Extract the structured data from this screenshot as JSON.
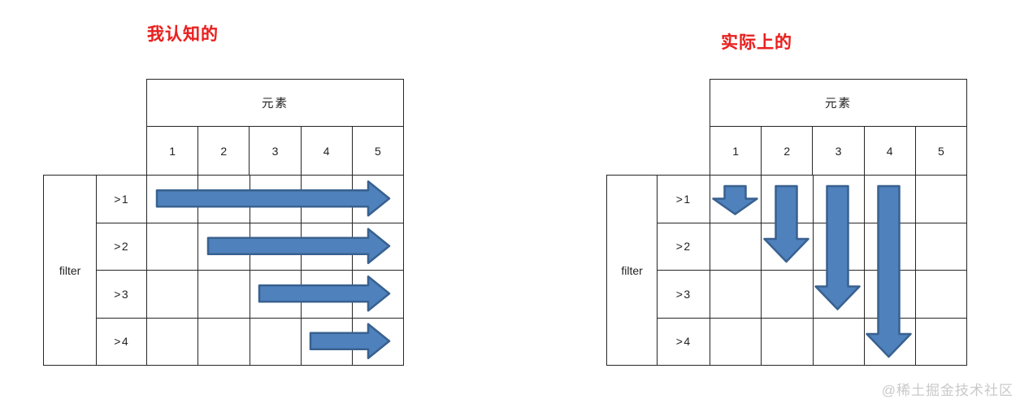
{
  "colors": {
    "title_red": "#e8201f",
    "arrow_fill": "#4f81bd",
    "arrow_stroke": "#38618f",
    "grid_line": "#262626",
    "watermark_gray": "#c9c9c9",
    "background": "#ffffff"
  },
  "watermark": "@稀土掘金技术社区",
  "left_panel": {
    "title": "我认知的",
    "table": {
      "header": "元素",
      "columns": [
        "1",
        "2",
        "3",
        "4",
        "5"
      ],
      "row_group": "filter",
      "rows": [
        ">1",
        ">2",
        ">3",
        ">4"
      ]
    },
    "arrows": {
      "direction": "horizontal",
      "items": [
        {
          "row": 1,
          "from_col": 1,
          "to_col": 5
        },
        {
          "row": 2,
          "from_col": 2,
          "to_col": 5
        },
        {
          "row": 3,
          "from_col": 3,
          "to_col": 5
        },
        {
          "row": 4,
          "from_col": 4,
          "to_col": 5
        }
      ]
    }
  },
  "right_panel": {
    "title": "实际上的",
    "table": {
      "header": "元素",
      "columns": [
        "1",
        "2",
        "3",
        "4",
        "5"
      ],
      "row_group": "filter",
      "rows": [
        ">1",
        ">2",
        ">3",
        ">4"
      ]
    },
    "arrows": {
      "direction": "vertical",
      "items": [
        {
          "col": 1,
          "from_row": 1,
          "to_row": 1
        },
        {
          "col": 2,
          "from_row": 1,
          "to_row": 2
        },
        {
          "col": 3,
          "from_row": 1,
          "to_row": 3
        },
        {
          "col": 4,
          "from_row": 1,
          "to_row": 4
        }
      ]
    }
  }
}
